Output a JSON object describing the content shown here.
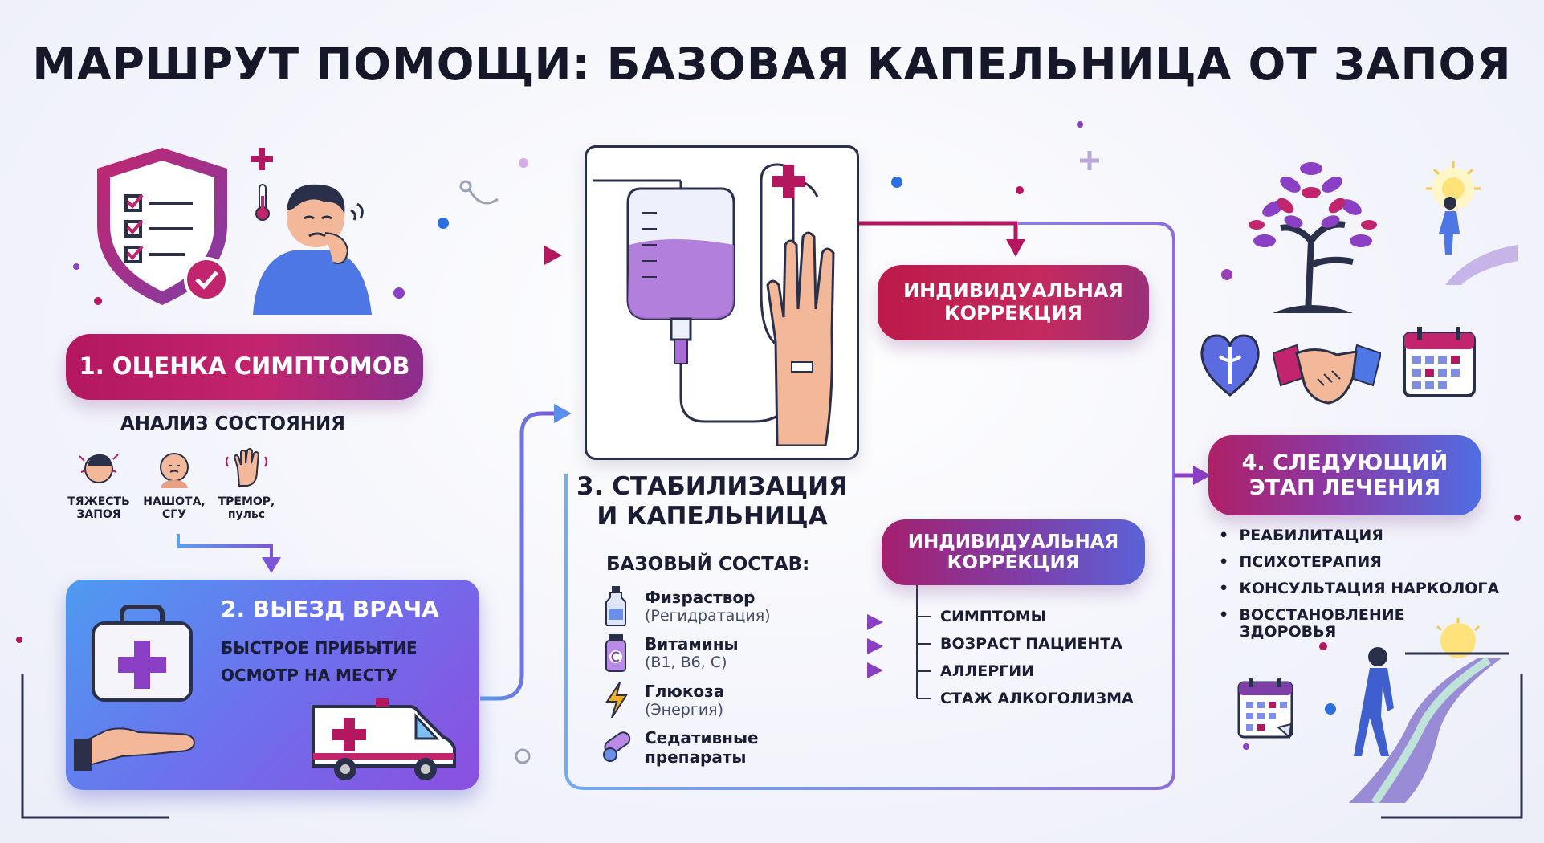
{
  "title": "МАРШРУТ ПОМОЩИ: БАЗОВАЯ КАПЕЛЬНИЦА ОТ ЗАПОЯ",
  "step1": {
    "label": "1. ОЦЕНКА СИМПТОМОВ",
    "subtitle": "АНАЛИЗ СОСТОЯНИЯ",
    "items": [
      {
        "line1": "ТЯЖЕСТЬ",
        "line2": "ЗАПОЯ"
      },
      {
        "line1": "НАШОТА,",
        "line2": "СГУ"
      },
      {
        "line1": "ТРЕМОР,",
        "line2": "пульс"
      }
    ]
  },
  "step2": {
    "label": "2. ВЫЕЗД ВРАЧА",
    "line1": "БЫСТРОЕ ПРИБЫТИЕ",
    "line2": "ОСМОТР НА МЕСТУ"
  },
  "step3": {
    "label_line1": "3. СТАБИЛИЗАЦИЯ",
    "label_line2": "И КАПЕЛЬНИЦА",
    "base_title": "БАЗОВЫЙ СОСТАВ:",
    "ingredients": [
      {
        "name": "Физраствор",
        "note": "(Регидратация)"
      },
      {
        "name": "Витамины",
        "note": "(B1, B6, C)"
      },
      {
        "name": "Глюкоза",
        "note": "(Энергия)"
      },
      {
        "name": "Седативные",
        "note": "препараты"
      }
    ]
  },
  "correction_top": {
    "line1": "ИНДИВИДУАЛЬНАЯ",
    "line2": "КОРРЕКЦИЯ"
  },
  "correction_bottom": {
    "line1": "ИНДИВИДУАЛЬНАЯ",
    "line2": "КОРРЕКЦИЯ",
    "items": [
      "СИМПТОМЫ",
      "ВОЗРАСТ ПАЦИЕНТА",
      "АЛЛЕРГИИ",
      "СТАЖ АЛКОГОЛИЗМА"
    ]
  },
  "step4": {
    "label_line1": "4. СЛЕДУЮЩИЙ",
    "label_line2": "ЭТАП ЛЕЧЕНИЯ",
    "bullets": [
      "РЕАБИЛИТАЦИЯ",
      "ПСИХОТЕРАПИЯ",
      "КОНСУЛЬТАЦИЯ НАРКОЛОГА",
      "ВОССТАНОВЛЕНИЕ",
      "ЗДОРОВЬЯ"
    ]
  },
  "colors": {
    "magenta": "#b3175f",
    "violet": "#7e3fa8",
    "blue": "#4e9bf0",
    "dark": "#1a1d33"
  }
}
